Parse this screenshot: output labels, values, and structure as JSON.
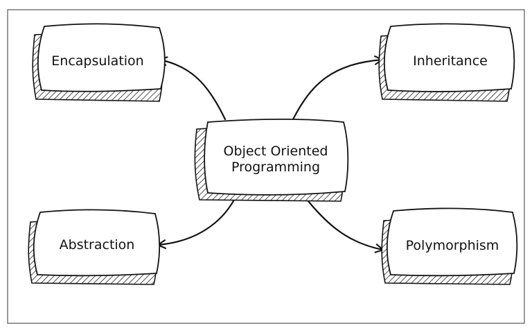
{
  "diagram": {
    "center": {
      "line1": "Object Oriented",
      "line2": "Programming"
    },
    "nodes": {
      "encapsulation": "Encapsulation",
      "inheritance": "Inheritance",
      "abstraction": "Abstraction",
      "polymorphism": "Polymorphism"
    }
  },
  "colors": {
    "stroke": "#111111",
    "background": "#ffffff",
    "hatch": "#222222"
  }
}
